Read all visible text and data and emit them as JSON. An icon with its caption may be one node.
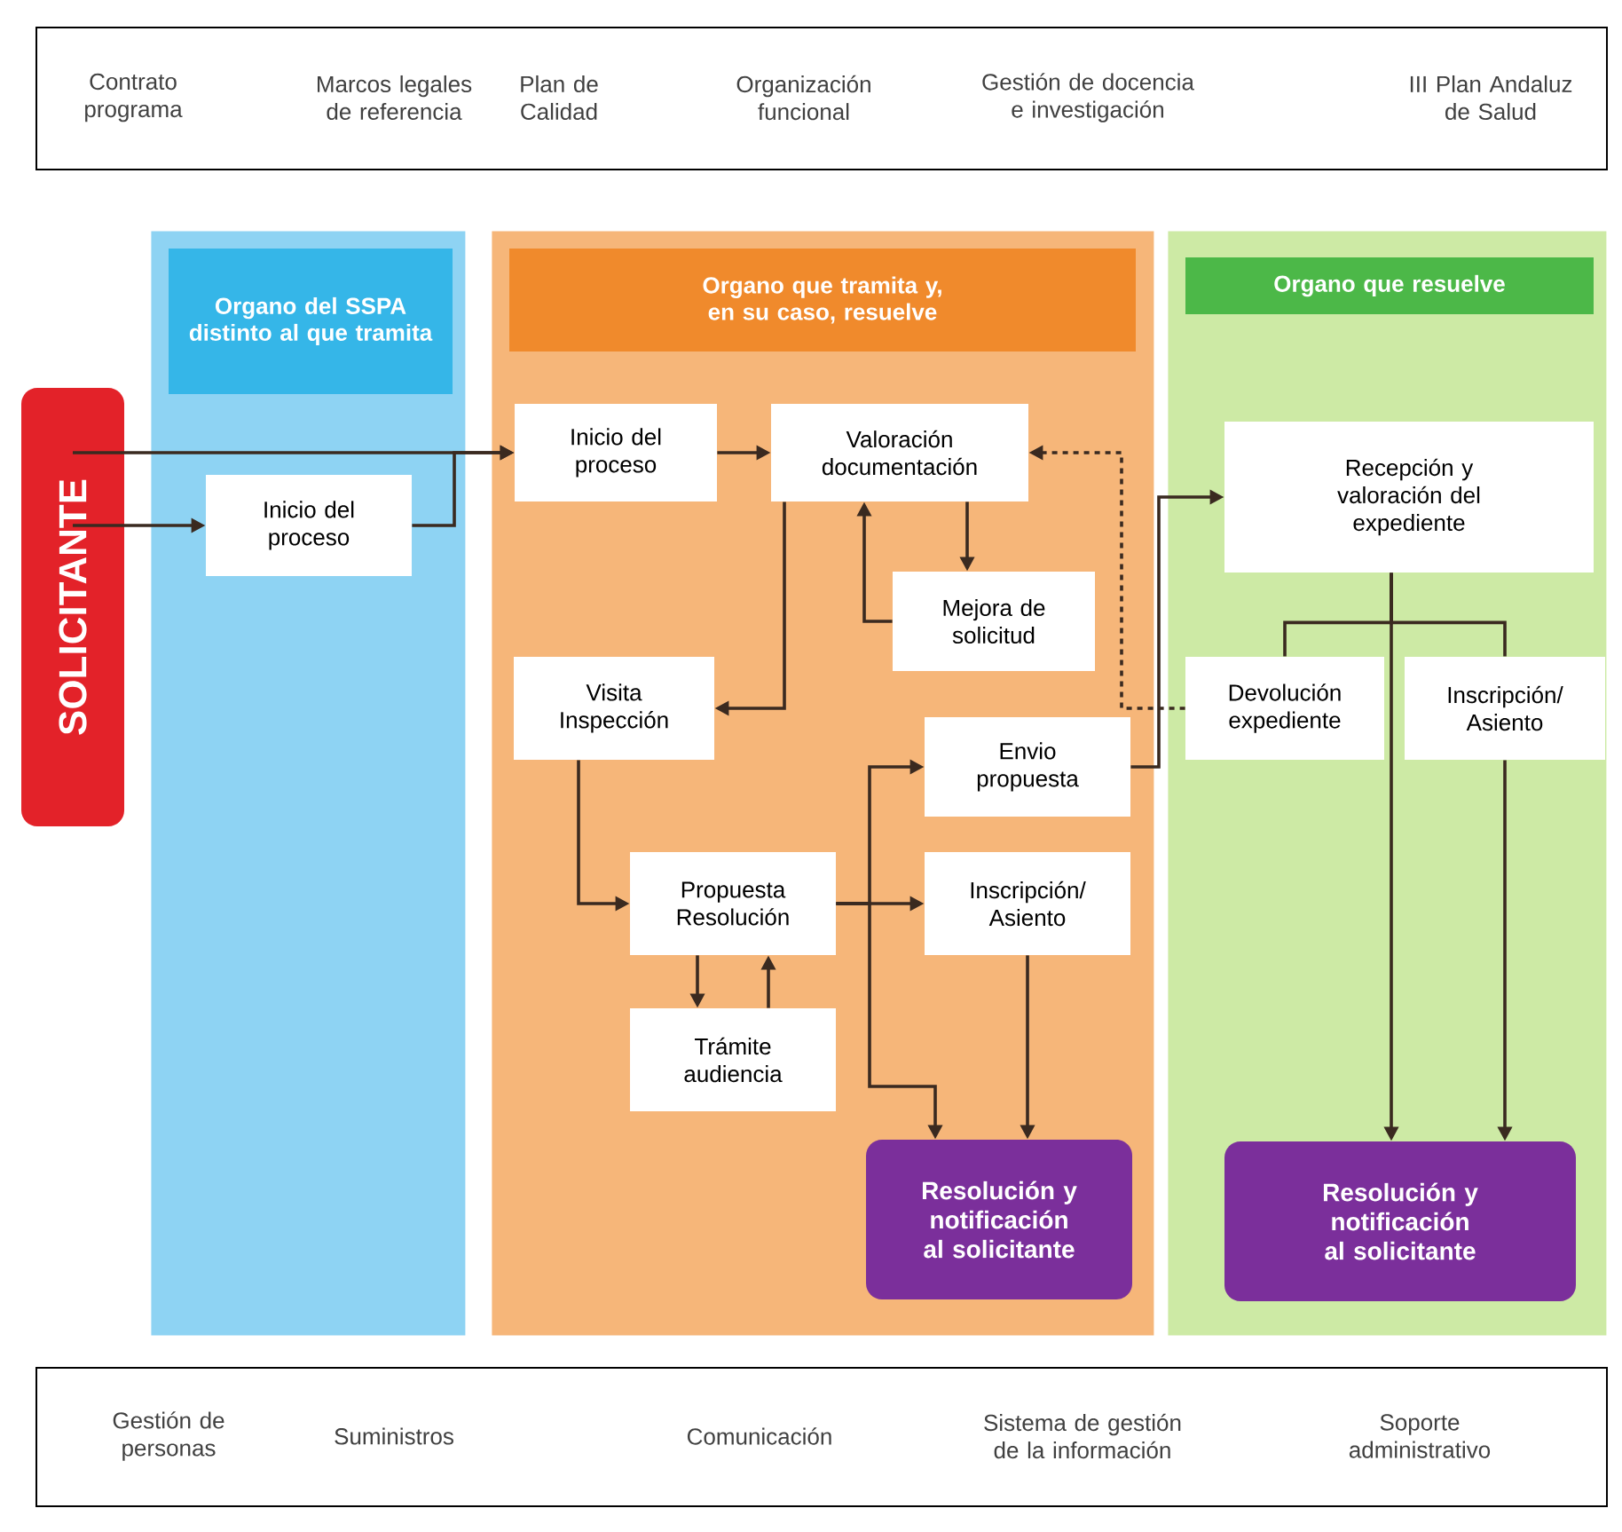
{
  "diagram": {
    "nodes": [
      {
        "text": [
          "Contrato programa",
          "Marcos legales de referencia",
          "Plan de Calidad",
          "Organización funcional",
          "Gestión de docencia e investigación",
          "III Plan Andaluz de Salud"
        ]
      },
      {
        "text": [
          "SOLICITANTE"
        ]
      },
      {
        "text": [
          "Organo del SSPA distinto al que tramita"
        ]
      },
      {
        "text": [
          "Inicio del proceso"
        ],
        "in": 2
      },
      {
        "text": [
          "Organo que tramita y, en su caso, resuelve"
        ]
      },
      {
        "text": [
          "Inicio del proceso"
        ],
        "in": 4
      },
      {
        "text": [
          "Valoración documentación"
        ],
        "in": 4
      },
      {
        "text": [
          "Mejora de solicitud"
        ],
        "in": 4
      },
      {
        "text": [
          "Visita Inspección"
        ],
        "in": 4
      },
      {
        "text": [
          "Envio propuesta"
        ],
        "in": 4
      },
      {
        "text": [
          "Propuesta Resolución"
        ],
        "in": 4
      },
      {
        "text": [
          "Inscripción/ Asiento"
        ],
        "in": 4
      },
      {
        "text": [
          "Trámite audiencia"
        ],
        "in": 4
      },
      {
        "text": [
          "Resolución y notificación al solicitante"
        ],
        "in": 4
      },
      {
        "text": [
          "Organo que resuelve"
        ]
      },
      {
        "text": [
          "Recepción y valoración del expediente"
        ],
        "in": 14
      },
      {
        "text": [
          "Devolución expediente"
        ],
        "in": 14
      },
      {
        "text": [
          "Inscripción/ Asiento"
        ],
        "in": 14
      },
      {
        "text": [
          "Resolución y notificación al solicitante"
        ],
        "in": 14
      },
      {
        "text": [
          "Gestión de personas",
          "Suministros",
          "Comunicación",
          "Sistema de gestión de la información",
          "Soporte administrativo"
        ]
      }
    ],
    "edges": [
      {
        "from": 1,
        "to": 5,
        "arrow": "to"
      },
      {
        "from": 1,
        "to": 3,
        "arrow": "to"
      },
      {
        "from": 3,
        "to": 5,
        "arrow": "to"
      },
      {
        "from": 5,
        "to": 6,
        "arrow": "to"
      },
      {
        "from": 6,
        "to": 7,
        "arrow": "to"
      },
      {
        "from": 7,
        "to": 6,
        "arrow": "to"
      },
      {
        "from": 6,
        "to": 8,
        "arrow": "to"
      },
      {
        "from": 8,
        "to": 10,
        "arrow": "to"
      },
      {
        "from": 10,
        "to": 12,
        "arrow": "to"
      },
      {
        "from": 12,
        "to": 10,
        "arrow": "to"
      },
      {
        "from": 10,
        "to": 11,
        "arrow": "to"
      },
      {
        "from": 10,
        "to": 9,
        "arrow": "to"
      },
      {
        "from": 10,
        "to": 13,
        "arrow": "to"
      },
      {
        "from": 11,
        "to": 13,
        "arrow": "to"
      },
      {
        "from": 9,
        "to": 15,
        "arrow": "to"
      },
      {
        "from": 16,
        "to": 6,
        "arrow": "to",
        "style": "dashed"
      },
      {
        "from": 15,
        "to": 18,
        "arrow": "to"
      },
      {
        "from": 15,
        "to": 16,
        "arrow": "none"
      },
      {
        "from": 15,
        "to": 17,
        "arrow": "none"
      },
      {
        "from": 17,
        "to": 18,
        "arrow": "to"
      }
    ]
  }
}
